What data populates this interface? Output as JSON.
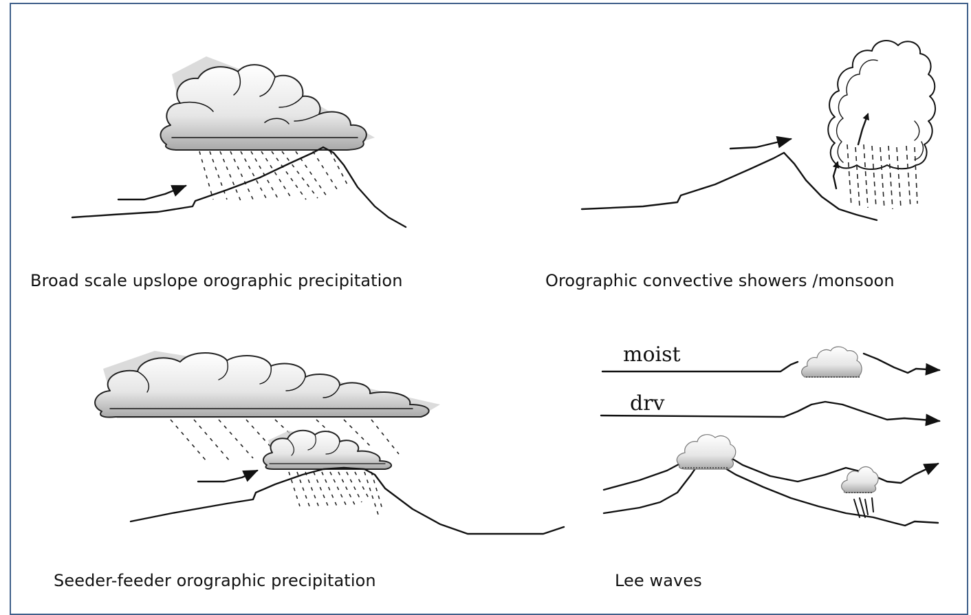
{
  "panels": {
    "broad": {
      "caption": "Broad scale upslope orographic precipitation"
    },
    "convective": {
      "caption": "Orographic convective showers /monsoon"
    },
    "seeder": {
      "caption": "Seeder-feeder orographic precipitation"
    },
    "lee": {
      "caption": "Lee waves",
      "label_moist": "moist",
      "label_dry": "drv"
    }
  },
  "colors": {
    "border": "#3f5f8a",
    "line": "#111111",
    "cloud_light": "#ffffff",
    "cloud_dark": "#b9b9b9"
  }
}
